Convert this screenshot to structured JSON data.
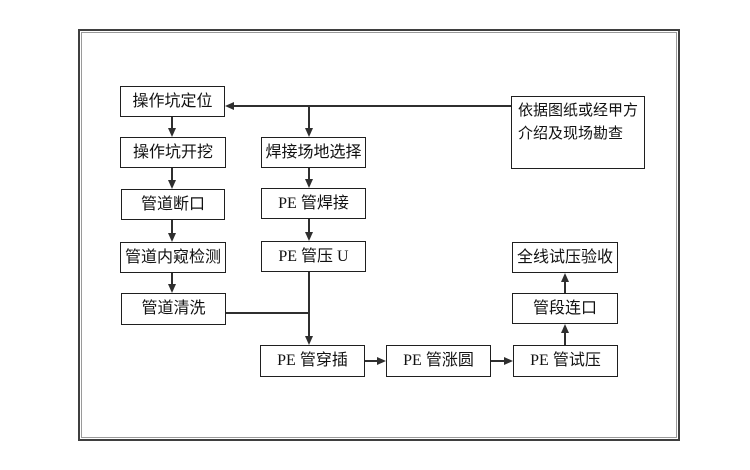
{
  "colors": {
    "line": "#2f2f2f",
    "box_border": "#1f1f1f",
    "frame_outer": "#3f3f3f",
    "frame_inner": "#9a9a9a",
    "background": "#ffffff"
  },
  "diagram": {
    "nodes": {
      "pit_positioning": {
        "label": "操作坑定位"
      },
      "pit_excavation": {
        "label": "操作坑开挖"
      },
      "pipe_cut": {
        "label": "管道断口"
      },
      "pipe_internal_inspection": {
        "label": "管道内窥检测"
      },
      "pipe_cleaning": {
        "label": "管道清洗"
      },
      "welding_site_selection": {
        "label": "焊接场地选择"
      },
      "pe_pipe_welding": {
        "label": "PE 管焊接"
      },
      "pe_pipe_u_pressing": {
        "label": "PE 管压 U"
      },
      "survey_note": {
        "label": "依据图纸或经甲方\n介绍及现场勘查"
      },
      "pe_pipe_insertion": {
        "label": "PE 管穿插"
      },
      "pe_pipe_rounding": {
        "label": "PE 管涨圆"
      },
      "pe_pipe_pressure_test": {
        "label": "PE 管试压"
      },
      "pipe_segment_connection": {
        "label": "管段连口"
      },
      "full_line_acceptance": {
        "label": "全线试压验收"
      }
    },
    "edges": [
      {
        "from": "survey_note",
        "to": "pit_positioning"
      },
      {
        "from": "survey_note",
        "to": "welding_site_selection"
      },
      {
        "from": "pit_positioning",
        "to": "pit_excavation"
      },
      {
        "from": "pit_excavation",
        "to": "pipe_cut"
      },
      {
        "from": "pipe_cut",
        "to": "pipe_internal_inspection"
      },
      {
        "from": "pipe_internal_inspection",
        "to": "pipe_cleaning"
      },
      {
        "from": "pipe_cleaning",
        "to": "pe_pipe_insertion"
      },
      {
        "from": "welding_site_selection",
        "to": "pe_pipe_welding"
      },
      {
        "from": "pe_pipe_welding",
        "to": "pe_pipe_u_pressing"
      },
      {
        "from": "pe_pipe_u_pressing",
        "to": "pe_pipe_insertion"
      },
      {
        "from": "pe_pipe_insertion",
        "to": "pe_pipe_rounding"
      },
      {
        "from": "pe_pipe_rounding",
        "to": "pe_pipe_pressure_test"
      },
      {
        "from": "pe_pipe_pressure_test",
        "to": "pipe_segment_connection"
      },
      {
        "from": "pipe_segment_connection",
        "to": "full_line_acceptance"
      }
    ]
  }
}
